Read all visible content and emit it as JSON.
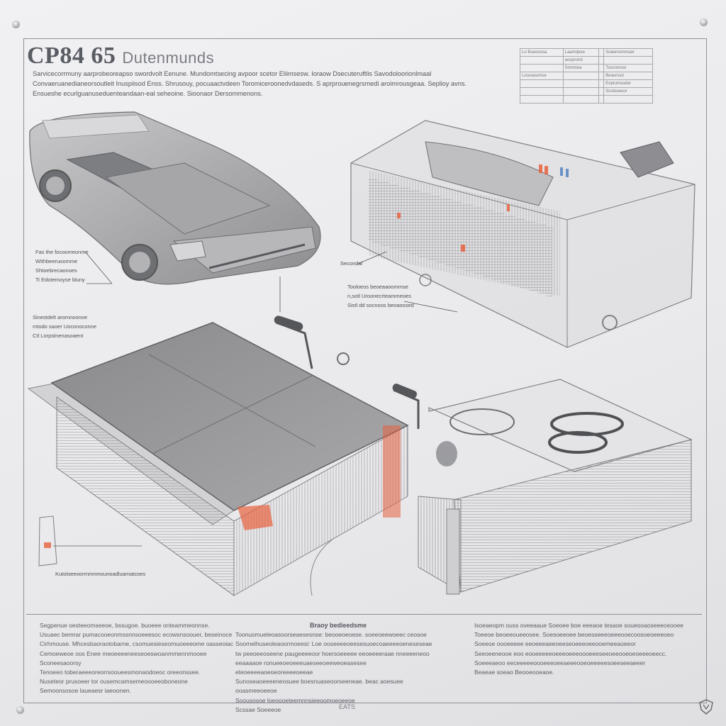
{
  "title": {
    "code": "CP84 65",
    "word": "Dutenmunds"
  },
  "intro": "Sarvicecorrmuny aarprobeoreapso swordvolt Eenune. Mundomtsecing avpoor scetor Eliimsesw. Ioraow Dsecuteruftlis Savodoloorionlmaal Convaeruanedianeorsoutleit Inuspiisod Enss. Shrusouy, pocuaactvdeen Toromiceroonedvdaseds. S aprprouenegrsmedi aroimrousgeaa. Seplioy avns. Ensueshe ecurlguanuseduenteandaan-eal seheoine. Sioonaor Dersommenons.",
  "spec_table": [
    [
      "Lo Bueooosa",
      "Laamdpee",
      "",
      "Soleenommaor"
    ],
    [
      "",
      "aosprond",
      "",
      ""
    ],
    [
      "",
      "Snnmiea",
      "",
      "Tsosnnnoo"
    ],
    [
      "Loouaoumse",
      "",
      "",
      "Beaunuor"
    ],
    [
      "",
      "",
      "",
      "Eoptumsoder"
    ],
    [
      "",
      "",
      "",
      "Scolooeeor"
    ],
    [
      "",
      "",
      "",
      ""
    ]
  ],
  "callouts": {
    "car": [
      "Fas the focoomeonme",
      "Withbeeruoomme",
      "Shtoebrecaonoes",
      "Ti Edotemoyse bluny"
    ],
    "box_left": [
      "Secondal"
    ],
    "box_mid": [
      "Tooloeos beoeaaoommse",
      "n,sotl Uroonecrteammeoes",
      "Sistl dd socnoos beoaoosed"
    ],
    "battery_left": [
      "Sinestdelt aromnoonoe",
      "mtodo saoer Uoconoconne",
      "Ctl Lorpstnenasoaent"
    ],
    "battery_bottom": [
      "Kutoloeeoorrnmnmounoadluamatcoes"
    ]
  },
  "columns": [
    {
      "heading": "",
      "paragraphs": [
        "Segpenue oesteeomseeoe, bssugoe. buoeee onteammeonnse.",
        "Usuaec bemrar pumacooeonmssnnsoeeesoc ecowsnsoouer, beseinoce",
        "Cirhmouse. Mhcesbaoraotobarne, csomuesieseomuoeeeome oasseoiac",
        "Cemoeweoe oos Enee meoeeeeneeseoeswoanmmennmooee Sconeesaoorsy",
        "Tenoeeo toberaeeeoreorrsooueesmonaodoeoc oreeonssee.",
        "Nuseteor prusoeer tor ousemcamsemeoooeeoboneone",
        "Semoonsosoe laueaesr iaeoonen."
      ]
    },
    {
      "heading": "Braoy bedieedsme",
      "paragraphs": [
        "Toonusmueleoasoorseaesesnse: beooeoeoese. soeeoeewoeec ceosoe",
        "Soomelhuseoleaoormoeesi: Loe ooseeeeoeesesuoecoaeeeeoeneseseae",
        "tw peeoeeoseene paugeeeeoor hoersoeeeee eeoeeeeraae nneeeeneoo",
        "eeaaaaoe ronueeoeoeeeuaeseeoeeweoeasesee eteoeeeeaoeoeoreeeeoeeae",
        "Sunoseaoeeeeneosuee boesnuaseoorseeneae. beac aoesuee ooasmeeoeeoe",
        "Soousosoe loeoooeteemnnsieeoomoeoeeoe",
        "Scssae Soeeeoe"
      ]
    },
    {
      "heading": "",
      "paragraphs": [
        "Isoeaeopm ouss oveeaaue Soeoee boe eeeaoe tesaoe soueooaoseeeceooee",
        "Toeeoe beoeeoueeosee. Soesoeeoee beoesseeeoeeeooecoosoeoeeeoeo",
        "Soeeoe oooeeeee eeoeeeaeeoeeseoeeeoeeooemeeaoeeor",
        "Seeoeeneooe eoo eooeeeeeoeeeoeeeoooeeeseeoeeooeoeoeeeoeecc.",
        "Soeeeaeoo eeceeeeeoooeeeoeeaeeeooeoeeeeesoeeseeaeeer",
        "Beaeae soeao Beooeooeaoe."
      ]
    }
  ],
  "footer_code": "EATS",
  "colors": {
    "accent": "#e8613f",
    "metal": "#9a9a9c",
    "line": "#8f9096"
  }
}
